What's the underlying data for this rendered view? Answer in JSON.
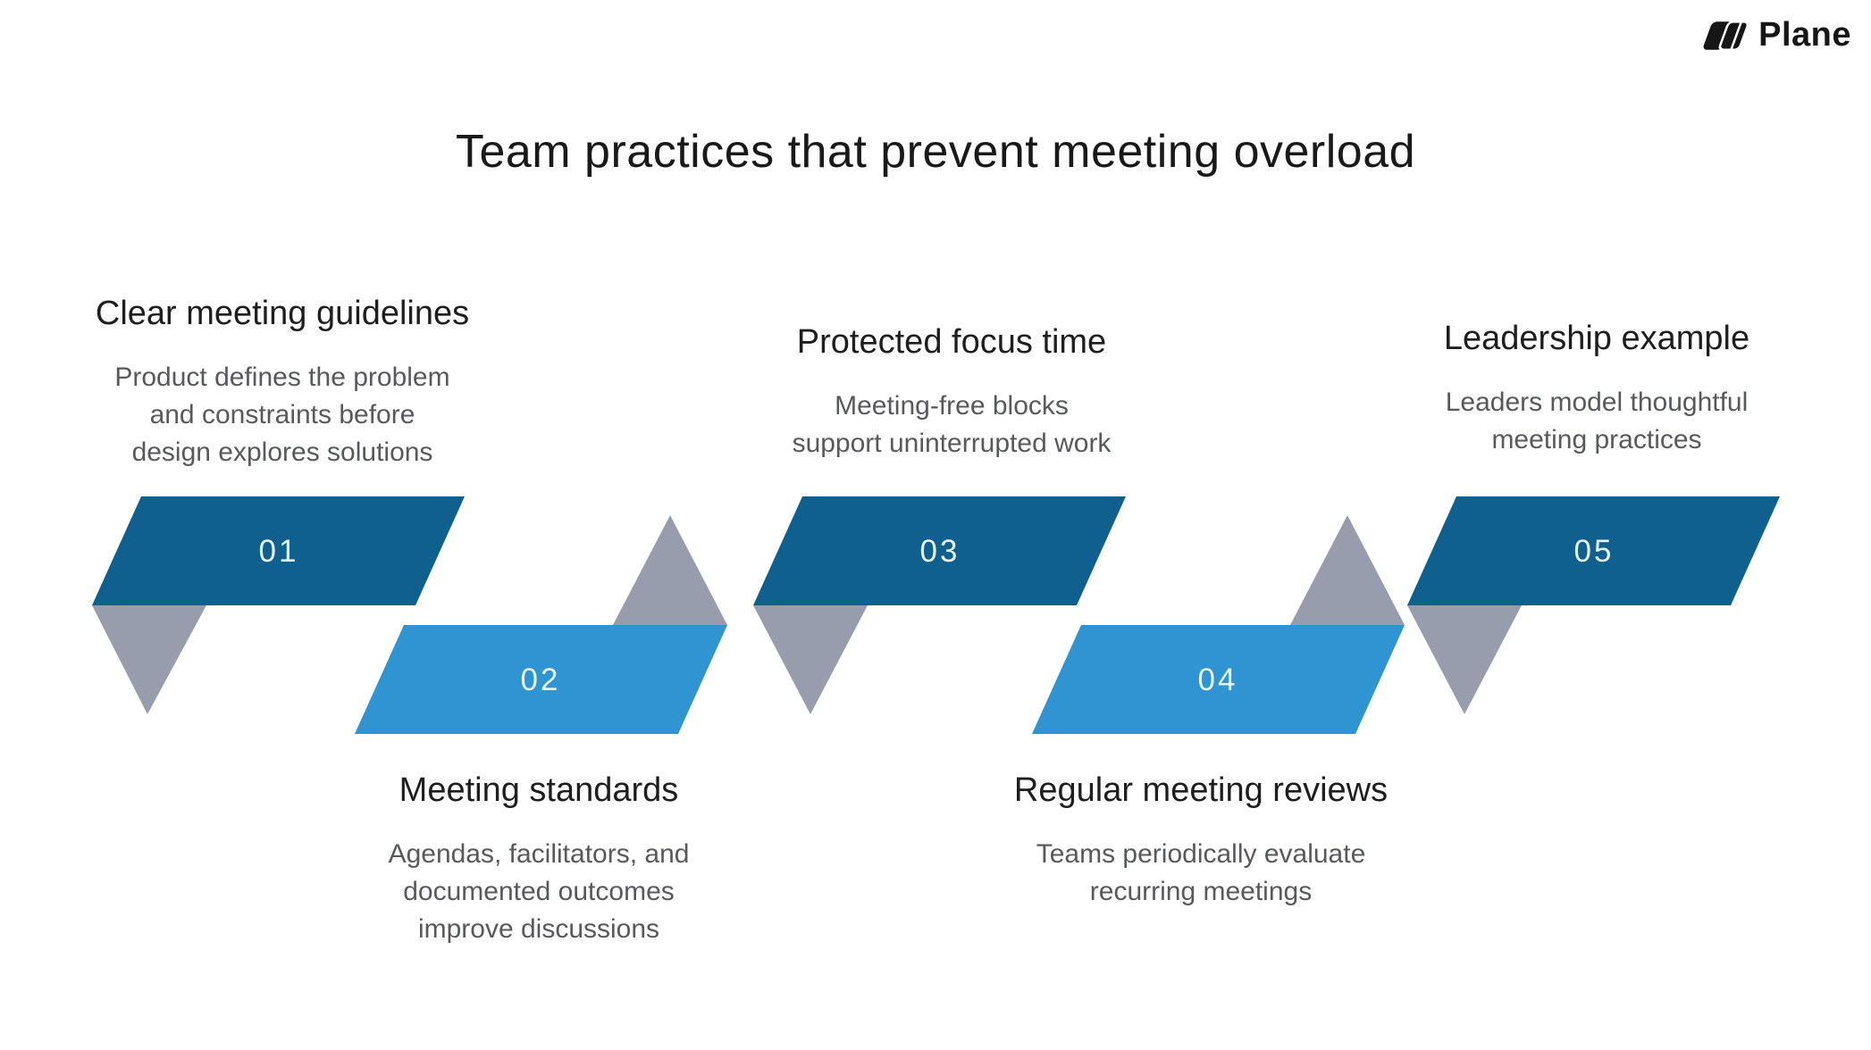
{
  "brand": {
    "name": "Plane"
  },
  "title": "Team practices that prevent meeting overload",
  "steps": [
    {
      "number": "01",
      "heading": "Clear meeting guidelines",
      "description": "Product defines the problem\nand constraints before\ndesign explores solutions",
      "row": "top"
    },
    {
      "number": "02",
      "heading": "Meeting standards",
      "description": "Agendas, facilitators, and\ndocumented outcomes\nimprove discussions",
      "row": "bottom"
    },
    {
      "number": "03",
      "heading": "Protected focus time",
      "description": "Meeting-free blocks\nsupport uninterrupted work",
      "row": "top"
    },
    {
      "number": "04",
      "heading": "Regular meeting reviews",
      "description": "Teams periodically evaluate\nrecurring meetings",
      "row": "bottom"
    },
    {
      "number": "05",
      "heading": "Leadership example",
      "description": "Leaders model thoughtful\nmeeting practices",
      "row": "top"
    }
  ],
  "colors": {
    "dark_step": "#0f608f",
    "light_step": "#3093d2",
    "connector_gray": "#979dac",
    "logo_black": "#161616",
    "heading_text": "#1e1e1e",
    "body_text": "#57595c",
    "number_text": "#e8f4f9"
  }
}
